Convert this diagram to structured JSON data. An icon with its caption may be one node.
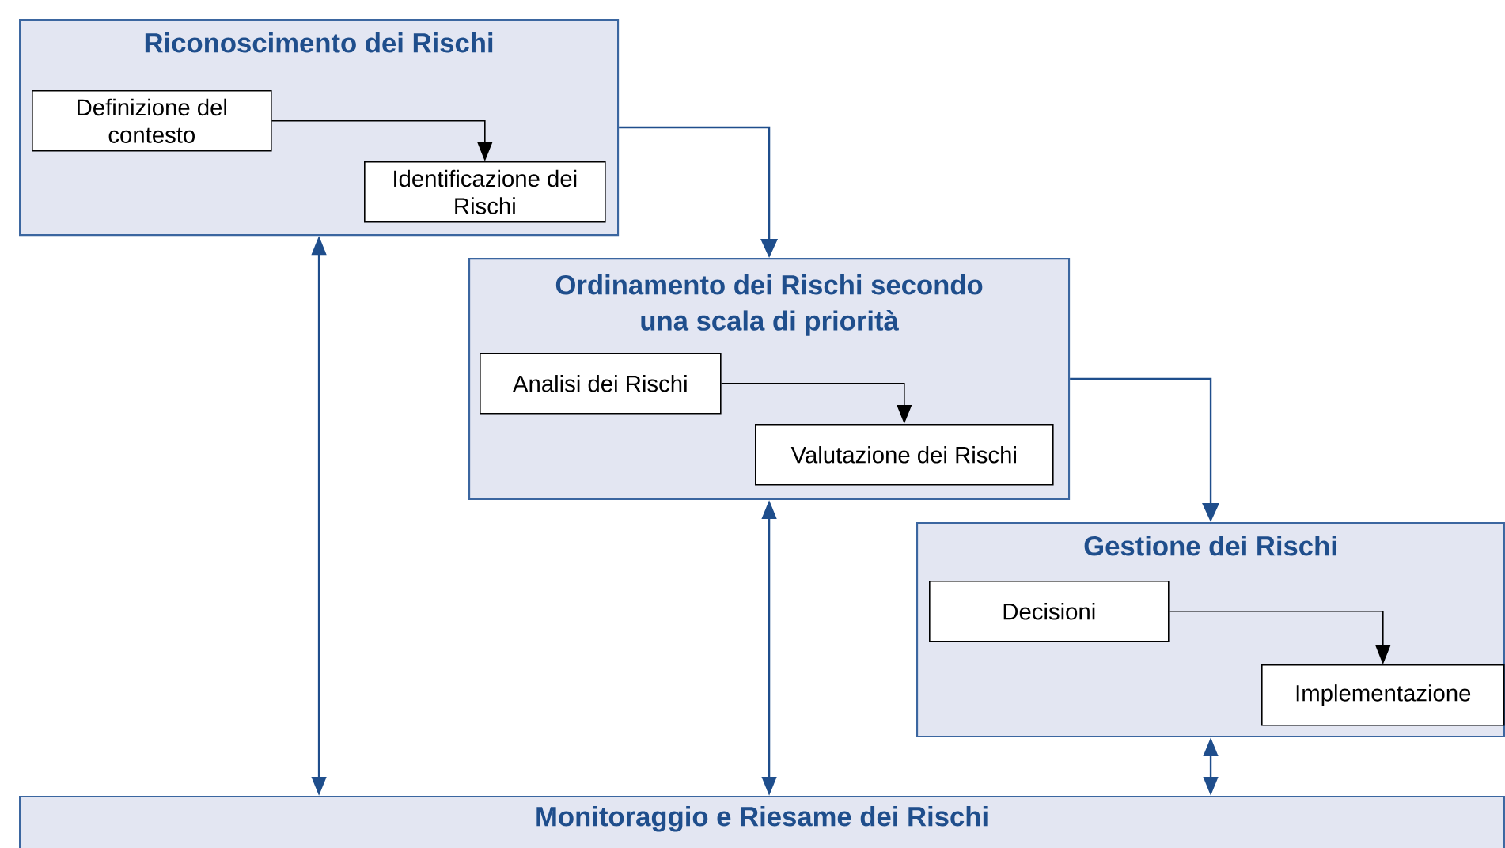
{
  "diagram": {
    "nodes": [
      {
        "text": [
          "Riconoscimento dei Rischi"
        ]
      },
      {
        "text": [
          "Definizione del contesto"
        ],
        "in": 0
      },
      {
        "text": [
          "Identificazione dei Rischi"
        ],
        "in": 0
      },
      {
        "text": [
          "Ordinamento dei Rischi secondo una scala di priorità"
        ]
      },
      {
        "text": [
          "Analisi dei Rischi"
        ],
        "in": 3
      },
      {
        "text": [
          "Valutazione dei Rischi"
        ],
        "in": 3
      },
      {
        "text": [
          "Gestione dei Rischi"
        ]
      },
      {
        "text": [
          "Decisioni"
        ],
        "in": 6
      },
      {
        "text": [
          "Implementazione"
        ],
        "in": 6
      },
      {
        "text": [
          "Monitoraggio e Riesame dei Rischi"
        ]
      }
    ],
    "edges": [
      {
        "from": 1,
        "to": 2,
        "arrow": "to",
        "color": "#000000"
      },
      {
        "from": 4,
        "to": 5,
        "arrow": "to",
        "color": "#000000"
      },
      {
        "from": 7,
        "to": 8,
        "arrow": "to",
        "color": "#000000"
      },
      {
        "from": 0,
        "to": 3,
        "arrow": "to"
      },
      {
        "from": 3,
        "to": 6,
        "arrow": "to"
      },
      {
        "from": 9,
        "to": 0,
        "arrow": "both"
      },
      {
        "from": 9,
        "to": 3,
        "arrow": "both"
      },
      {
        "from": 9,
        "to": 6,
        "arrow": "both"
      }
    ]
  }
}
